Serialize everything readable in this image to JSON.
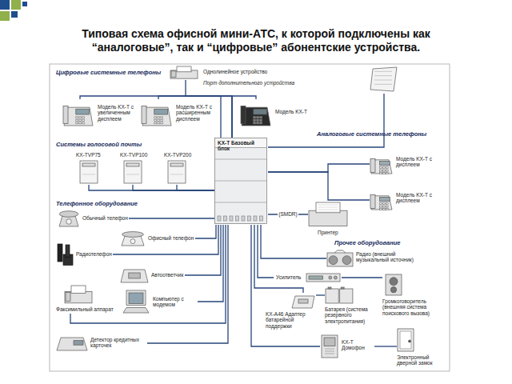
{
  "diagram": {
    "title": "Типовая схема офисной мини-АТС, к которой подключены как “аналоговые”, так и “цифровые” абонентские устройства.",
    "nodes": [
      {
        "text": [
          "KX-T Базовый блок"
        ]
      },
      {
        "text": [
          "Модель KX-T с увеличенным дисплеем"
        ]
      },
      {
        "text": [
          "Модель KX-T с расширенным дисплеем"
        ]
      },
      {
        "text": [
          "Модель KX-T"
        ]
      },
      {
        "text": [
          "Однолинейное устройство"
        ]
      },
      {
        "text": [
          "Порт дополнительного устройства"
        ]
      },
      {
        "text": [
          "KX-TVP75"
        ]
      },
      {
        "text": [
          "KX-TVP100"
        ]
      },
      {
        "text": [
          "KX-TVP200"
        ]
      },
      {
        "text": [
          "Модель KX-T с дисплеем"
        ]
      },
      {
        "text": [
          "Модель KX-T с дисплеем"
        ]
      },
      {
        "text": [
          "Обычный телефон"
        ]
      },
      {
        "text": [
          "Офисный телефон"
        ]
      },
      {
        "text": [
          "Радиотелефон"
        ]
      },
      {
        "text": [
          "Автоответчик"
        ]
      },
      {
        "text": [
          "Факсимильный аппарат"
        ]
      },
      {
        "text": [
          "Компьютер с модемом"
        ]
      },
      {
        "text": [
          "Детектор кредитных карточек"
        ]
      },
      {
        "text": [
          "Принтер"
        ]
      },
      {
        "text": [
          "Радио (внешний музыкальный источник)"
        ]
      },
      {
        "text": [
          "Усилитель"
        ]
      },
      {
        "text": [
          "Громкоговоритель (внешняя система поискового вызова)"
        ]
      },
      {
        "text": [
          "KX-A46 Адаптер батарейной поддержки"
        ]
      },
      {
        "text": [
          "Батарея (система резервного электропитания)"
        ]
      },
      {
        "text": [
          "KX-T Домофон"
        ]
      },
      {
        "text": [
          "Электронный дверной замок"
        ]
      }
    ],
    "edges": [
      {
        "from": 0,
        "to": 1,
        "arrow": "none"
      },
      {
        "from": 0,
        "to": 2,
        "arrow": "none"
      },
      {
        "from": 0,
        "to": 3,
        "arrow": "none"
      },
      {
        "from": 0,
        "to": 4,
        "arrow": "none"
      },
      {
        "from": 0,
        "to": 5,
        "arrow": "none"
      },
      {
        "from": 0,
        "to": 6,
        "arrow": "none"
      },
      {
        "from": 0,
        "to": 7,
        "arrow": "none"
      },
      {
        "from": 0,
        "to": 8,
        "arrow": "none"
      },
      {
        "from": 0,
        "to": 9,
        "arrow": "none"
      },
      {
        "from": 0,
        "to": 10,
        "arrow": "none"
      },
      {
        "from": 0,
        "to": 11,
        "arrow": "none"
      },
      {
        "from": 0,
        "to": 12,
        "arrow": "none"
      },
      {
        "from": 0,
        "to": 13,
        "arrow": "none"
      },
      {
        "from": 0,
        "to": 14,
        "arrow": "none"
      },
      {
        "from": 0,
        "to": 15,
        "arrow": "none"
      },
      {
        "from": 0,
        "to": 16,
        "arrow": "none"
      },
      {
        "from": 0,
        "to": 17,
        "arrow": "none"
      },
      {
        "from": 0,
        "to": 18,
        "label": "(SMDR)",
        "arrow": "none"
      },
      {
        "from": 0,
        "to": 19,
        "arrow": "none"
      },
      {
        "from": 0,
        "to": 20,
        "arrow": "none"
      },
      {
        "from": 20,
        "to": 21,
        "arrow": "none"
      },
      {
        "from": 0,
        "to": 22,
        "arrow": "none"
      },
      {
        "from": 22,
        "to": 23,
        "arrow": "none"
      },
      {
        "from": 0,
        "to": 24,
        "arrow": "none"
      },
      {
        "from": 24,
        "to": 25,
        "arrow": "none"
      }
    ],
    "labels": [
      "Цифровые системные телефоны",
      "Системы голосовой почты",
      "Телефонное оборудование",
      "Аналоговые системные телефоны",
      "Прочее оборудование"
    ]
  }
}
